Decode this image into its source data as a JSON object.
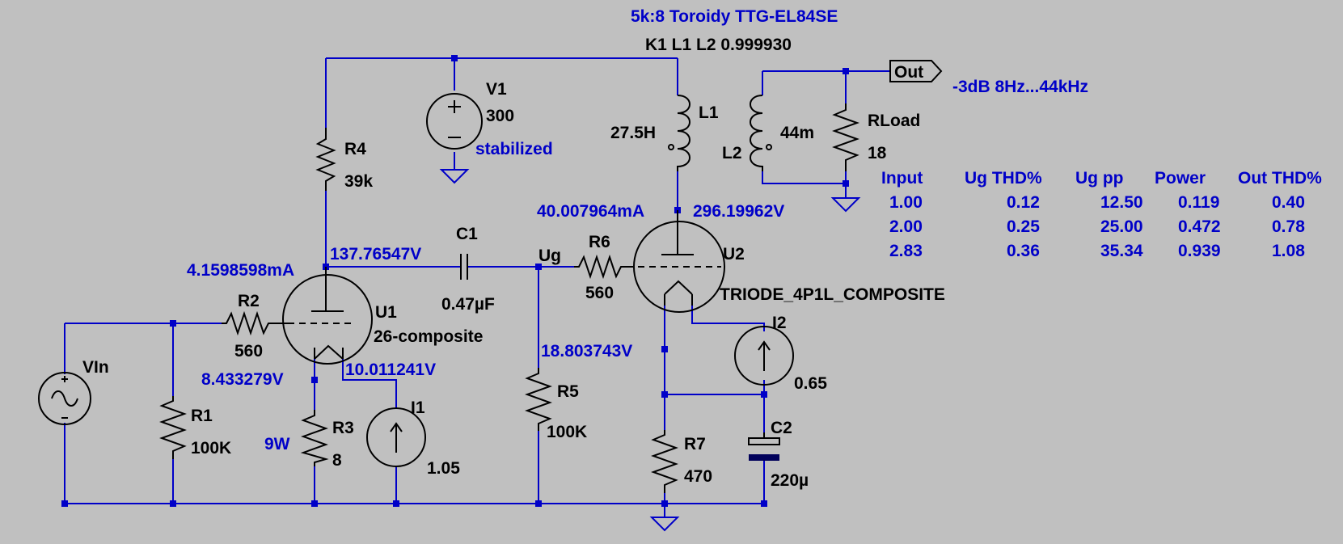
{
  "schematic": {
    "transformer_title": "5k:8 Toroidy TTG-EL84SE",
    "coupling_directive": "K1 L1 L2 0.999930",
    "output_label": "Out",
    "bandwidth_note": "-3dB  8Hz...44kHz",
    "components": {
      "v1": {
        "name": "V1",
        "value": "300",
        "note": "stabilized"
      },
      "r4": {
        "name": "R4",
        "value": "39k"
      },
      "l1": {
        "name": "L1",
        "value": "27.5H"
      },
      "l2": {
        "name": "L2",
        "value": "44m"
      },
      "rload": {
        "name": "RLoad",
        "value": "18"
      },
      "c1": {
        "name": "C1",
        "value": "0.47µF"
      },
      "r6": {
        "name": "R6",
        "value": "560"
      },
      "u2": {
        "name": "U2",
        "model": "TRIODE_4P1L_COMPOSITE"
      },
      "r2": {
        "name": "R2",
        "value": "560"
      },
      "u1": {
        "name": "U1",
        "model": "26-composite"
      },
      "vin": {
        "name": "VIn"
      },
      "r1": {
        "name": "R1",
        "value": "100K"
      },
      "r3": {
        "name": "R3",
        "value": "8",
        "power": "9W"
      },
      "i1": {
        "name": "I1",
        "value": "1.05"
      },
      "r5": {
        "name": "R5",
        "value": "100K"
      },
      "i2": {
        "name": "I2",
        "value": "0.65"
      },
      "c2": {
        "name": "C2",
        "value": "220µ"
      },
      "r7": {
        "name": "R7",
        "value": "470"
      }
    },
    "net_label_ug": "Ug",
    "operating_points": {
      "u1_anode_current": "4.1598598mA",
      "u1_anode_voltage": "137.76547V",
      "u1_cathode_voltage": "8.433279V",
      "u1_filament_voltage": "10.011241V",
      "u2_anode_current": "40.007964mA",
      "u2_anode_voltage": "296.19962V",
      "u2_cathode_voltage": "18.803743V"
    }
  },
  "results_table": {
    "headers": [
      "Input",
      "Ug THD%",
      "Ug pp",
      "Power",
      "Out THD%"
    ],
    "rows": [
      [
        "1.00",
        "0.12",
        "12.50",
        "0.119",
        "0.40"
      ],
      [
        "2.00",
        "0.25",
        "25.00",
        "0.472",
        "0.78"
      ],
      [
        "2.83",
        "0.36",
        "35.34",
        "0.939",
        "1.08"
      ]
    ]
  },
  "colors": {
    "background": "#c0c0c0",
    "wire": "#0000c8",
    "symbol": "#000000",
    "annotation": "#0000c8"
  }
}
